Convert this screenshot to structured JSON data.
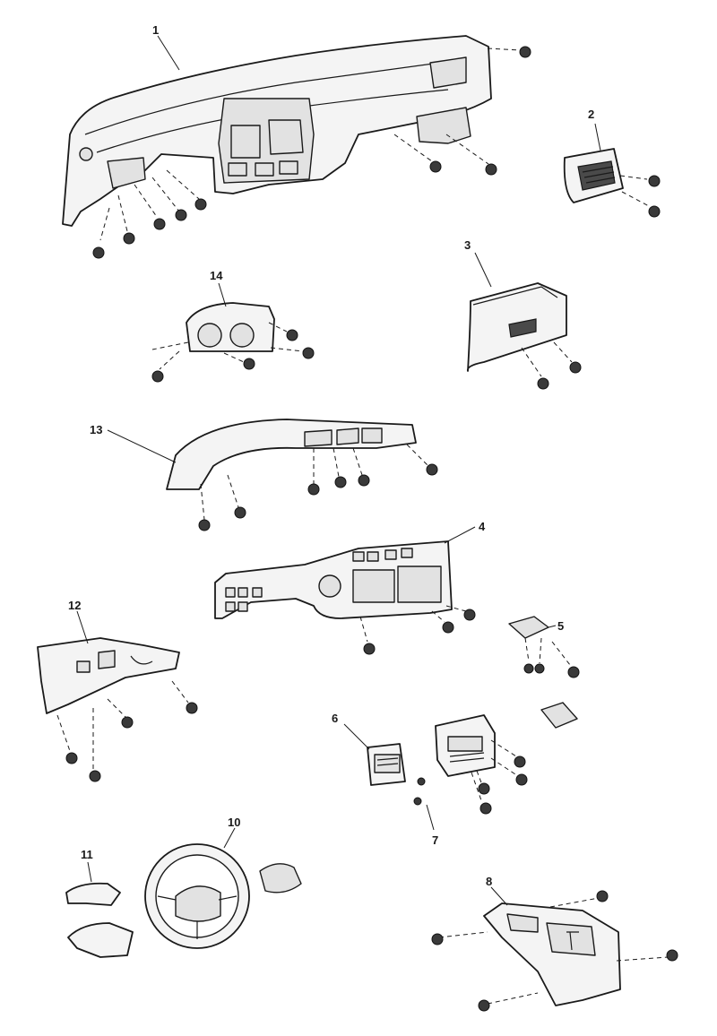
{
  "diagram": {
    "callouts": [
      "1",
      "2",
      "3",
      "4",
      "5",
      "6",
      "7",
      "8",
      "10",
      "11",
      "12",
      "13",
      "14"
    ]
  }
}
